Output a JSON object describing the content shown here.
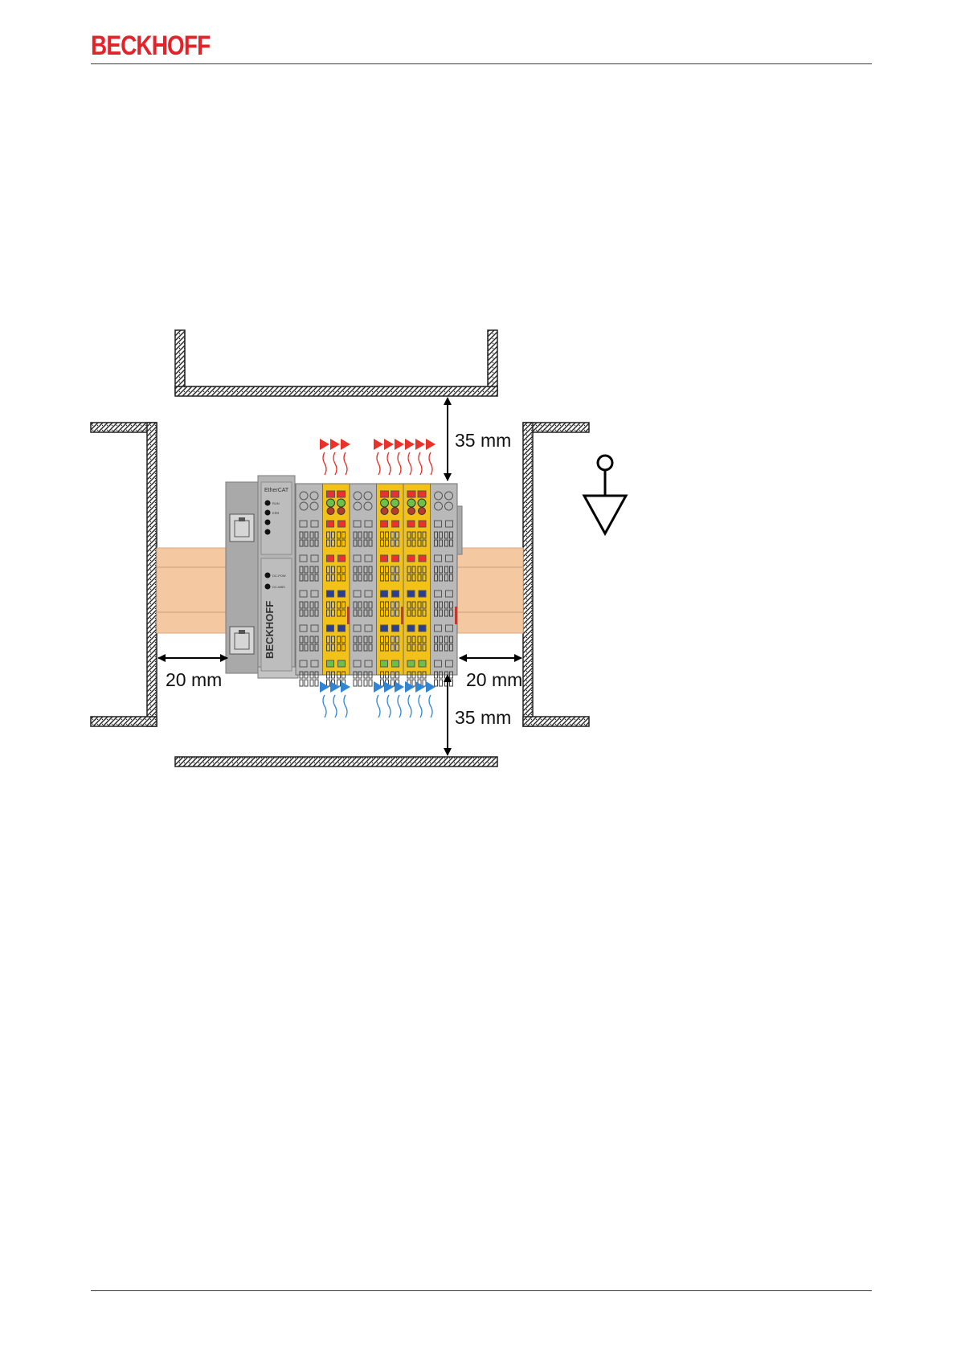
{
  "header": {
    "brand": "BECKHOFF"
  },
  "diagram": {
    "dimensions": {
      "top_clearance": "35 mm",
      "bottom_clearance": "35 mm",
      "left_clearance": "20 mm",
      "right_clearance": "20 mm"
    },
    "coupler": {
      "title": "EtherCAT",
      "led_labels": [
        "RUN",
        "ERR",
        "",
        "",
        "DC-POW",
        "DC-MBS"
      ],
      "brand_vertical": "BECKHOFF"
    },
    "colors": {
      "heat_arrows": "#e8322b",
      "cool_arrows": "#2f86d6",
      "safety_terminal": "#f2c218",
      "standard_terminal": "#b9b9b9",
      "din_rail": "#f4c9a2"
    },
    "symbols": [
      "mounting-position-symbol-icon"
    ]
  }
}
